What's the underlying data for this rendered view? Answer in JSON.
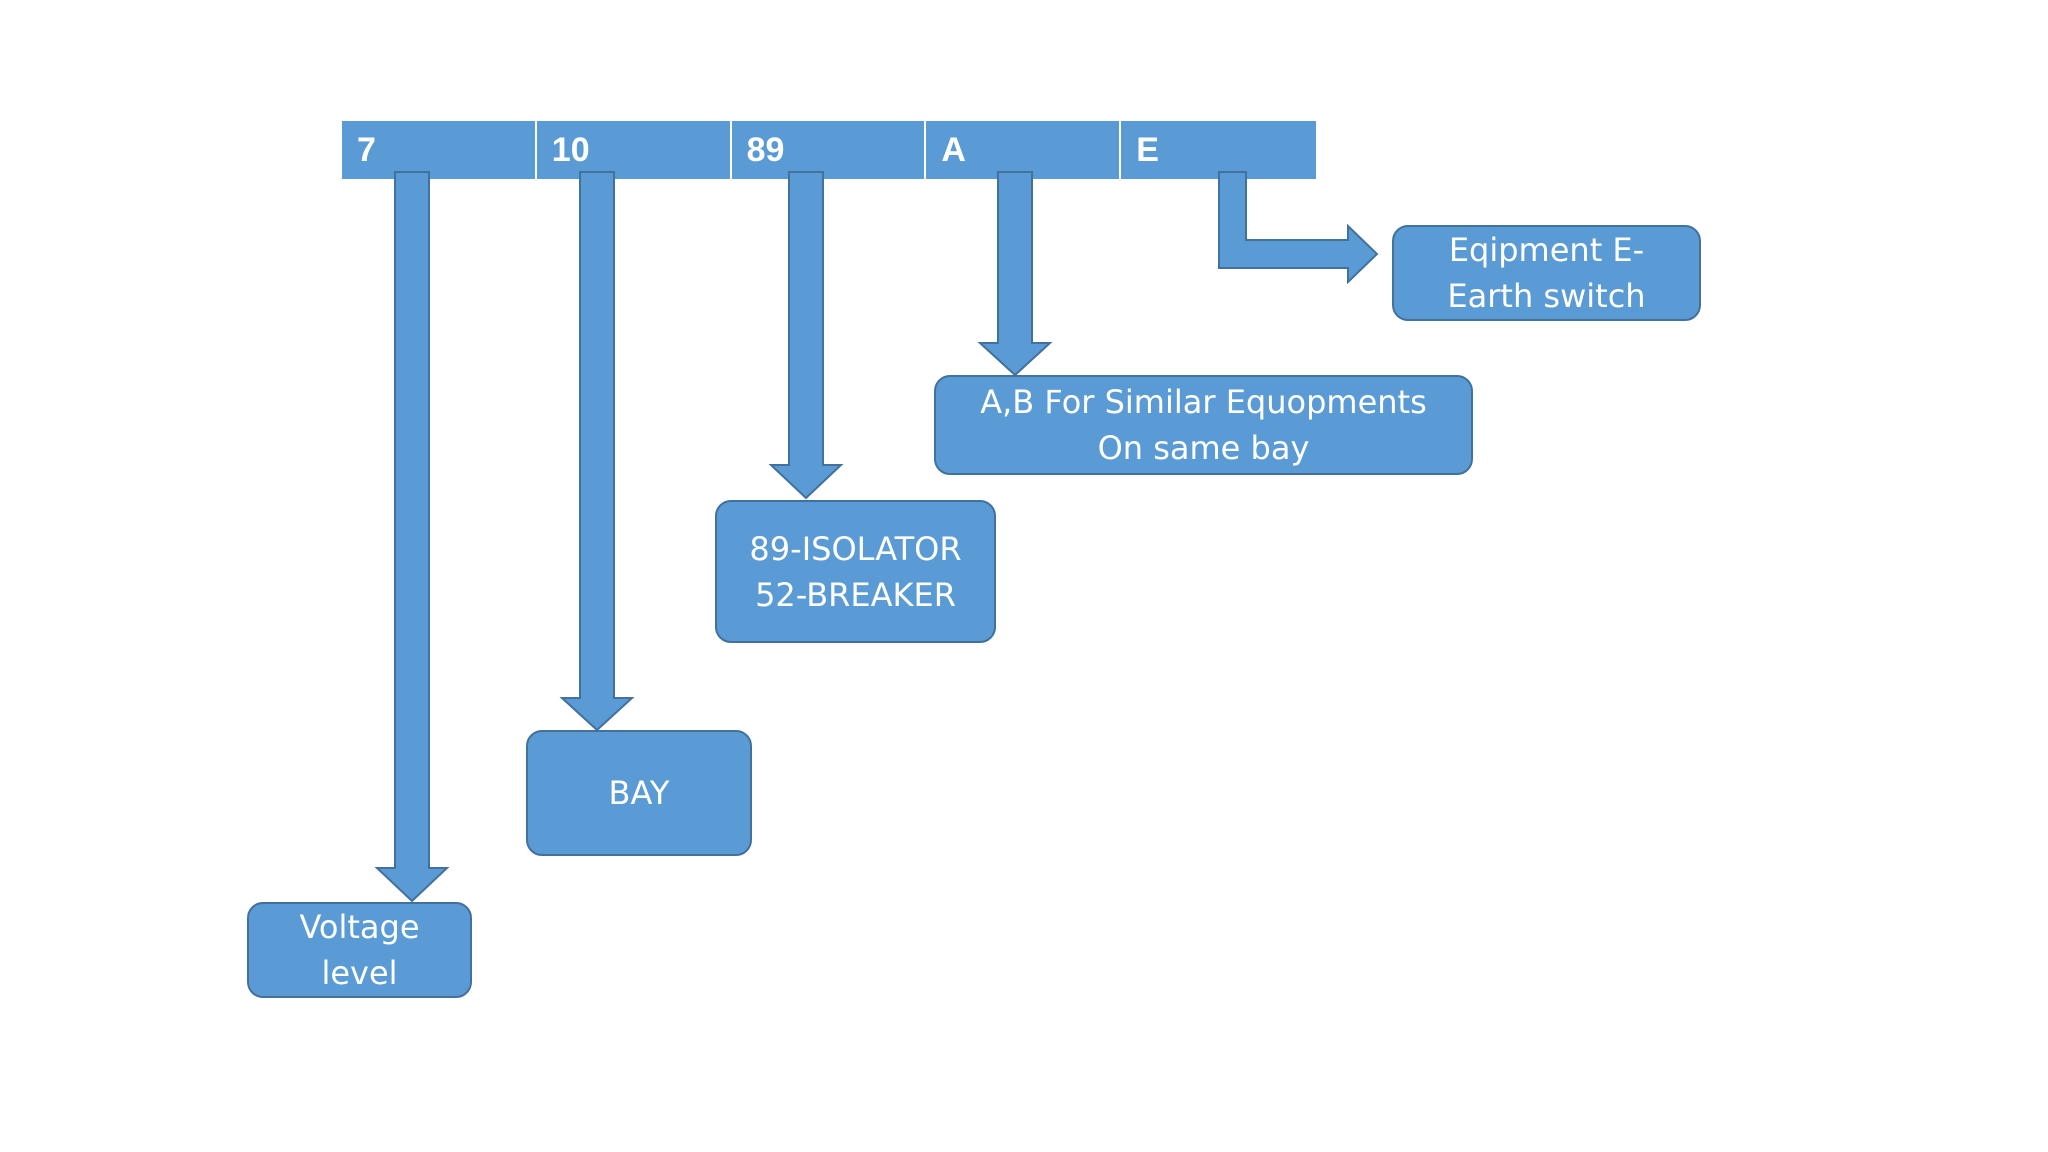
{
  "code_cells": [
    "7",
    "10",
    "89",
    "A",
    "E"
  ],
  "labels": {
    "voltage": "Voltage\nlevel",
    "bay": "BAY",
    "equipment_code": "89-ISOLATOR\n52-BREAKER",
    "similar": "A,B For Similar Equopments\nOn same bay",
    "equipment_type": "Eqipment E-\nEarth switch"
  },
  "colors": {
    "fill": "#5b9bd5",
    "stroke": "#41719c",
    "text": "#ffffff"
  }
}
